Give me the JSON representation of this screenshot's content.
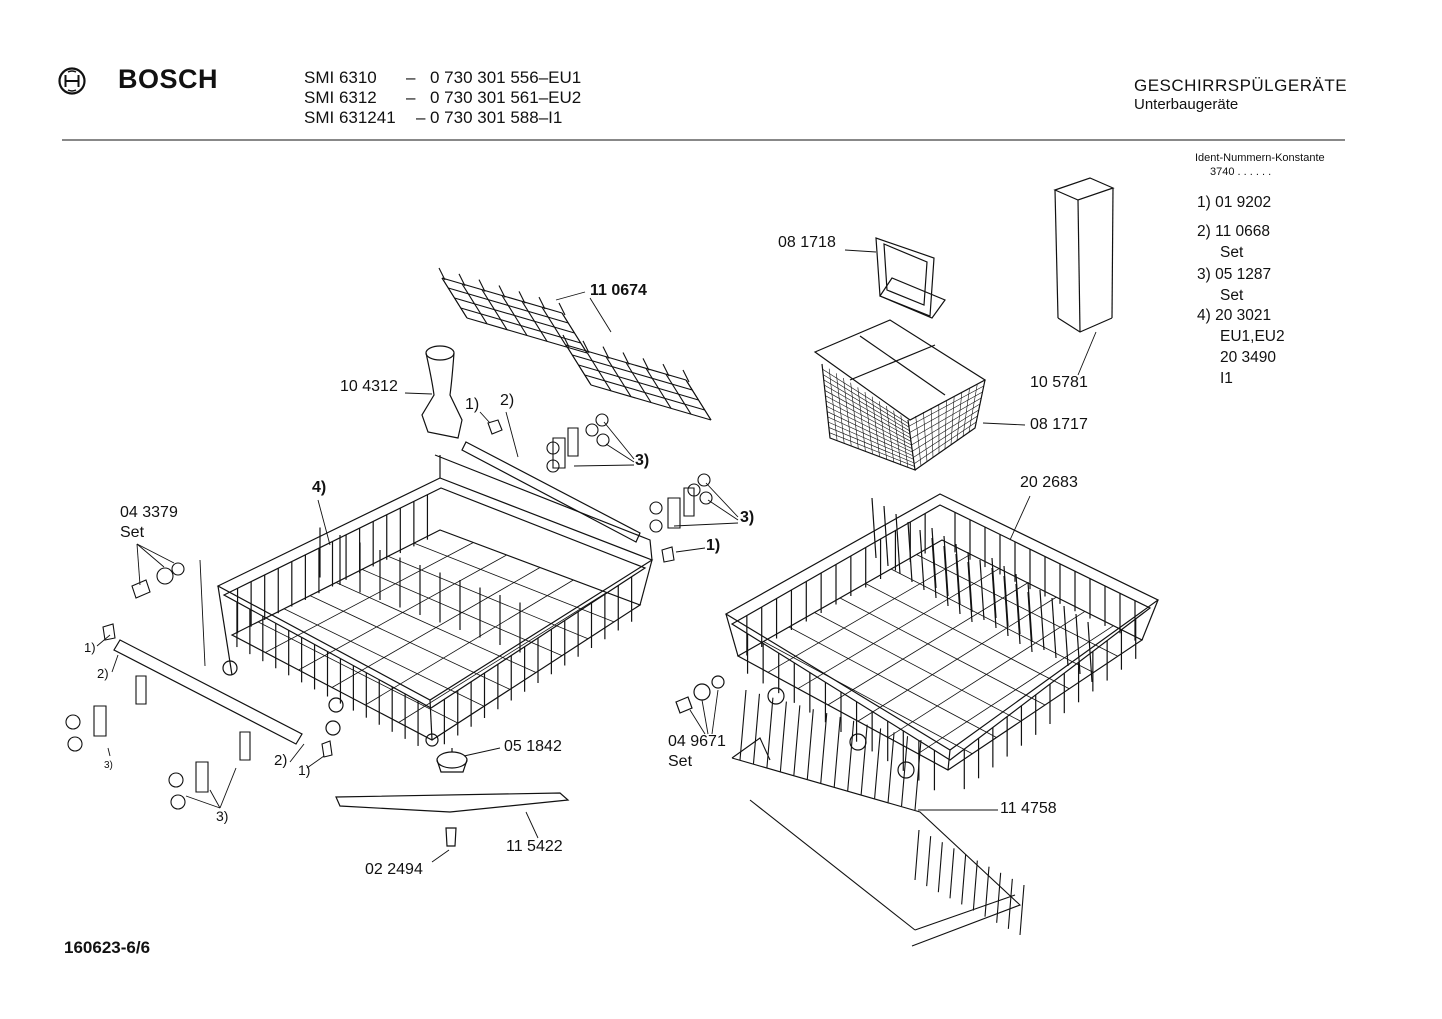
{
  "header": {
    "brand": "BOSCH",
    "models": [
      {
        "model": "SMI 6310",
        "sep": "–",
        "part": "0 730 301 556–EU1"
      },
      {
        "model": "SMI 6312",
        "sep": "–",
        "part": "0 730 301 561–EU2"
      },
      {
        "model": "SMI 631241",
        "sep": "–",
        "part": "0 730 301 588–I1"
      }
    ],
    "category": "GESCHIRRSPÜLGERÄTE",
    "subcategory": "Unterbaugeräte"
  },
  "ident": {
    "title": "Ident-Nummern-Konstante",
    "value": "3740 . . . . . .",
    "notes": [
      {
        "num": "1)",
        "code": "01 9202",
        "extra": ""
      },
      {
        "num": "2)",
        "code": "11 0668",
        "extra": "Set"
      },
      {
        "num": "3)",
        "code": "05 1287",
        "extra": "Set"
      },
      {
        "num": "4)",
        "code": "20 3021",
        "extra": "EU1,EU2"
      }
    ],
    "note4_alt_code": "20 3490",
    "note4_alt_variant": "I1"
  },
  "labels": {
    "p_081718": "08 1718",
    "p_110674": "11 0674",
    "p_104312": "10 4312",
    "p_105781": "10 5781",
    "p_081717": "08 1717",
    "p_202683": "20 2683",
    "p_043379": "04 3379",
    "p_043379_set": "Set",
    "p_051842": "05 1842",
    "p_049671": "04 9671",
    "p_049671_set": "Set",
    "p_114758": "11 4758",
    "p_115422": "11 5422",
    "p_022494": "02 2494",
    "ref1": "1)",
    "ref2": "2)",
    "ref3": "3)",
    "ref4": "4)"
  },
  "footer": {
    "drawing_number": "160623-6/6"
  }
}
